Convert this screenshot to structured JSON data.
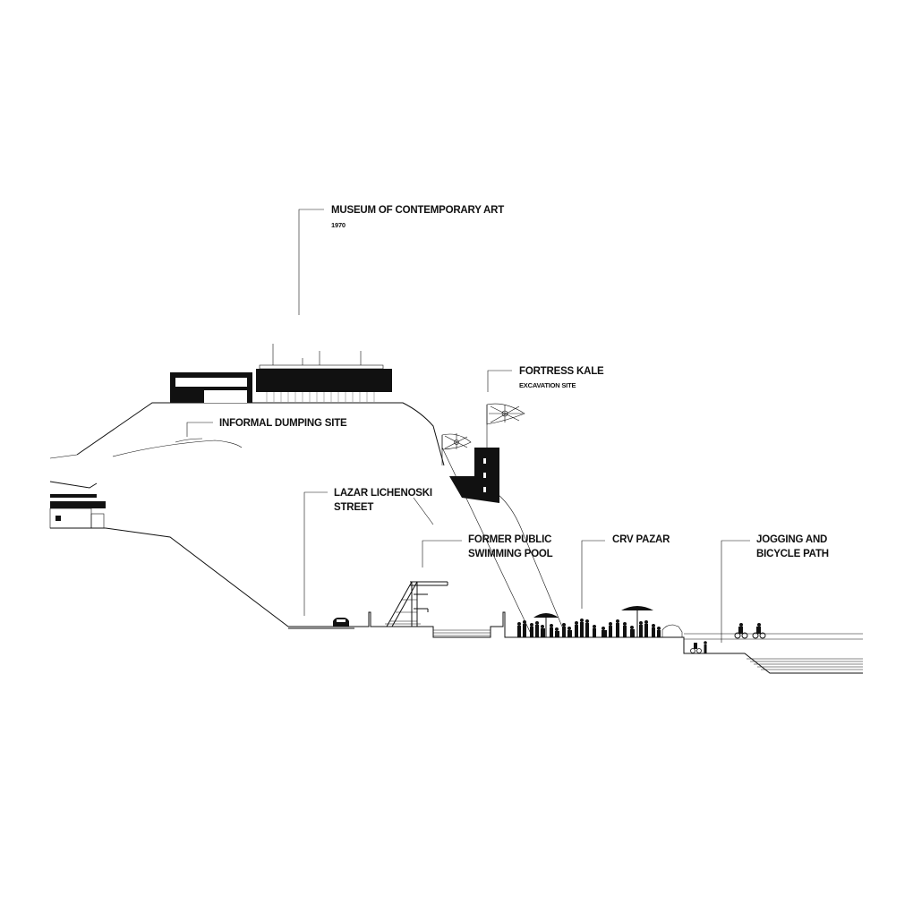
{
  "labels": {
    "museum": {
      "title": "MUSEUM OF CONTEMPORARY ART",
      "subtitle": "1970"
    },
    "fortress": {
      "title": "FORTRESS KALE",
      "subtitle": "EXCAVATION SITE"
    },
    "dumping": {
      "title": "INFORMAL DUMPING SITE"
    },
    "street": {
      "line1": "LAZAR LICHENOSKI",
      "line2": "STREET"
    },
    "pool": {
      "line1": "FORMER PUBLIC",
      "line2": "SWIMMING POOL"
    },
    "bazaar": {
      "title": "CRV PAZAR"
    },
    "path": {
      "line1": "JOGGING AND",
      "line2": "BICYCLE PATH"
    }
  },
  "icons": {
    "flags": "flag-icon",
    "car": "car-icon",
    "umbrellas": "umbrella-icon",
    "people": "person-icon",
    "cyclists": "cyclist-icon"
  }
}
